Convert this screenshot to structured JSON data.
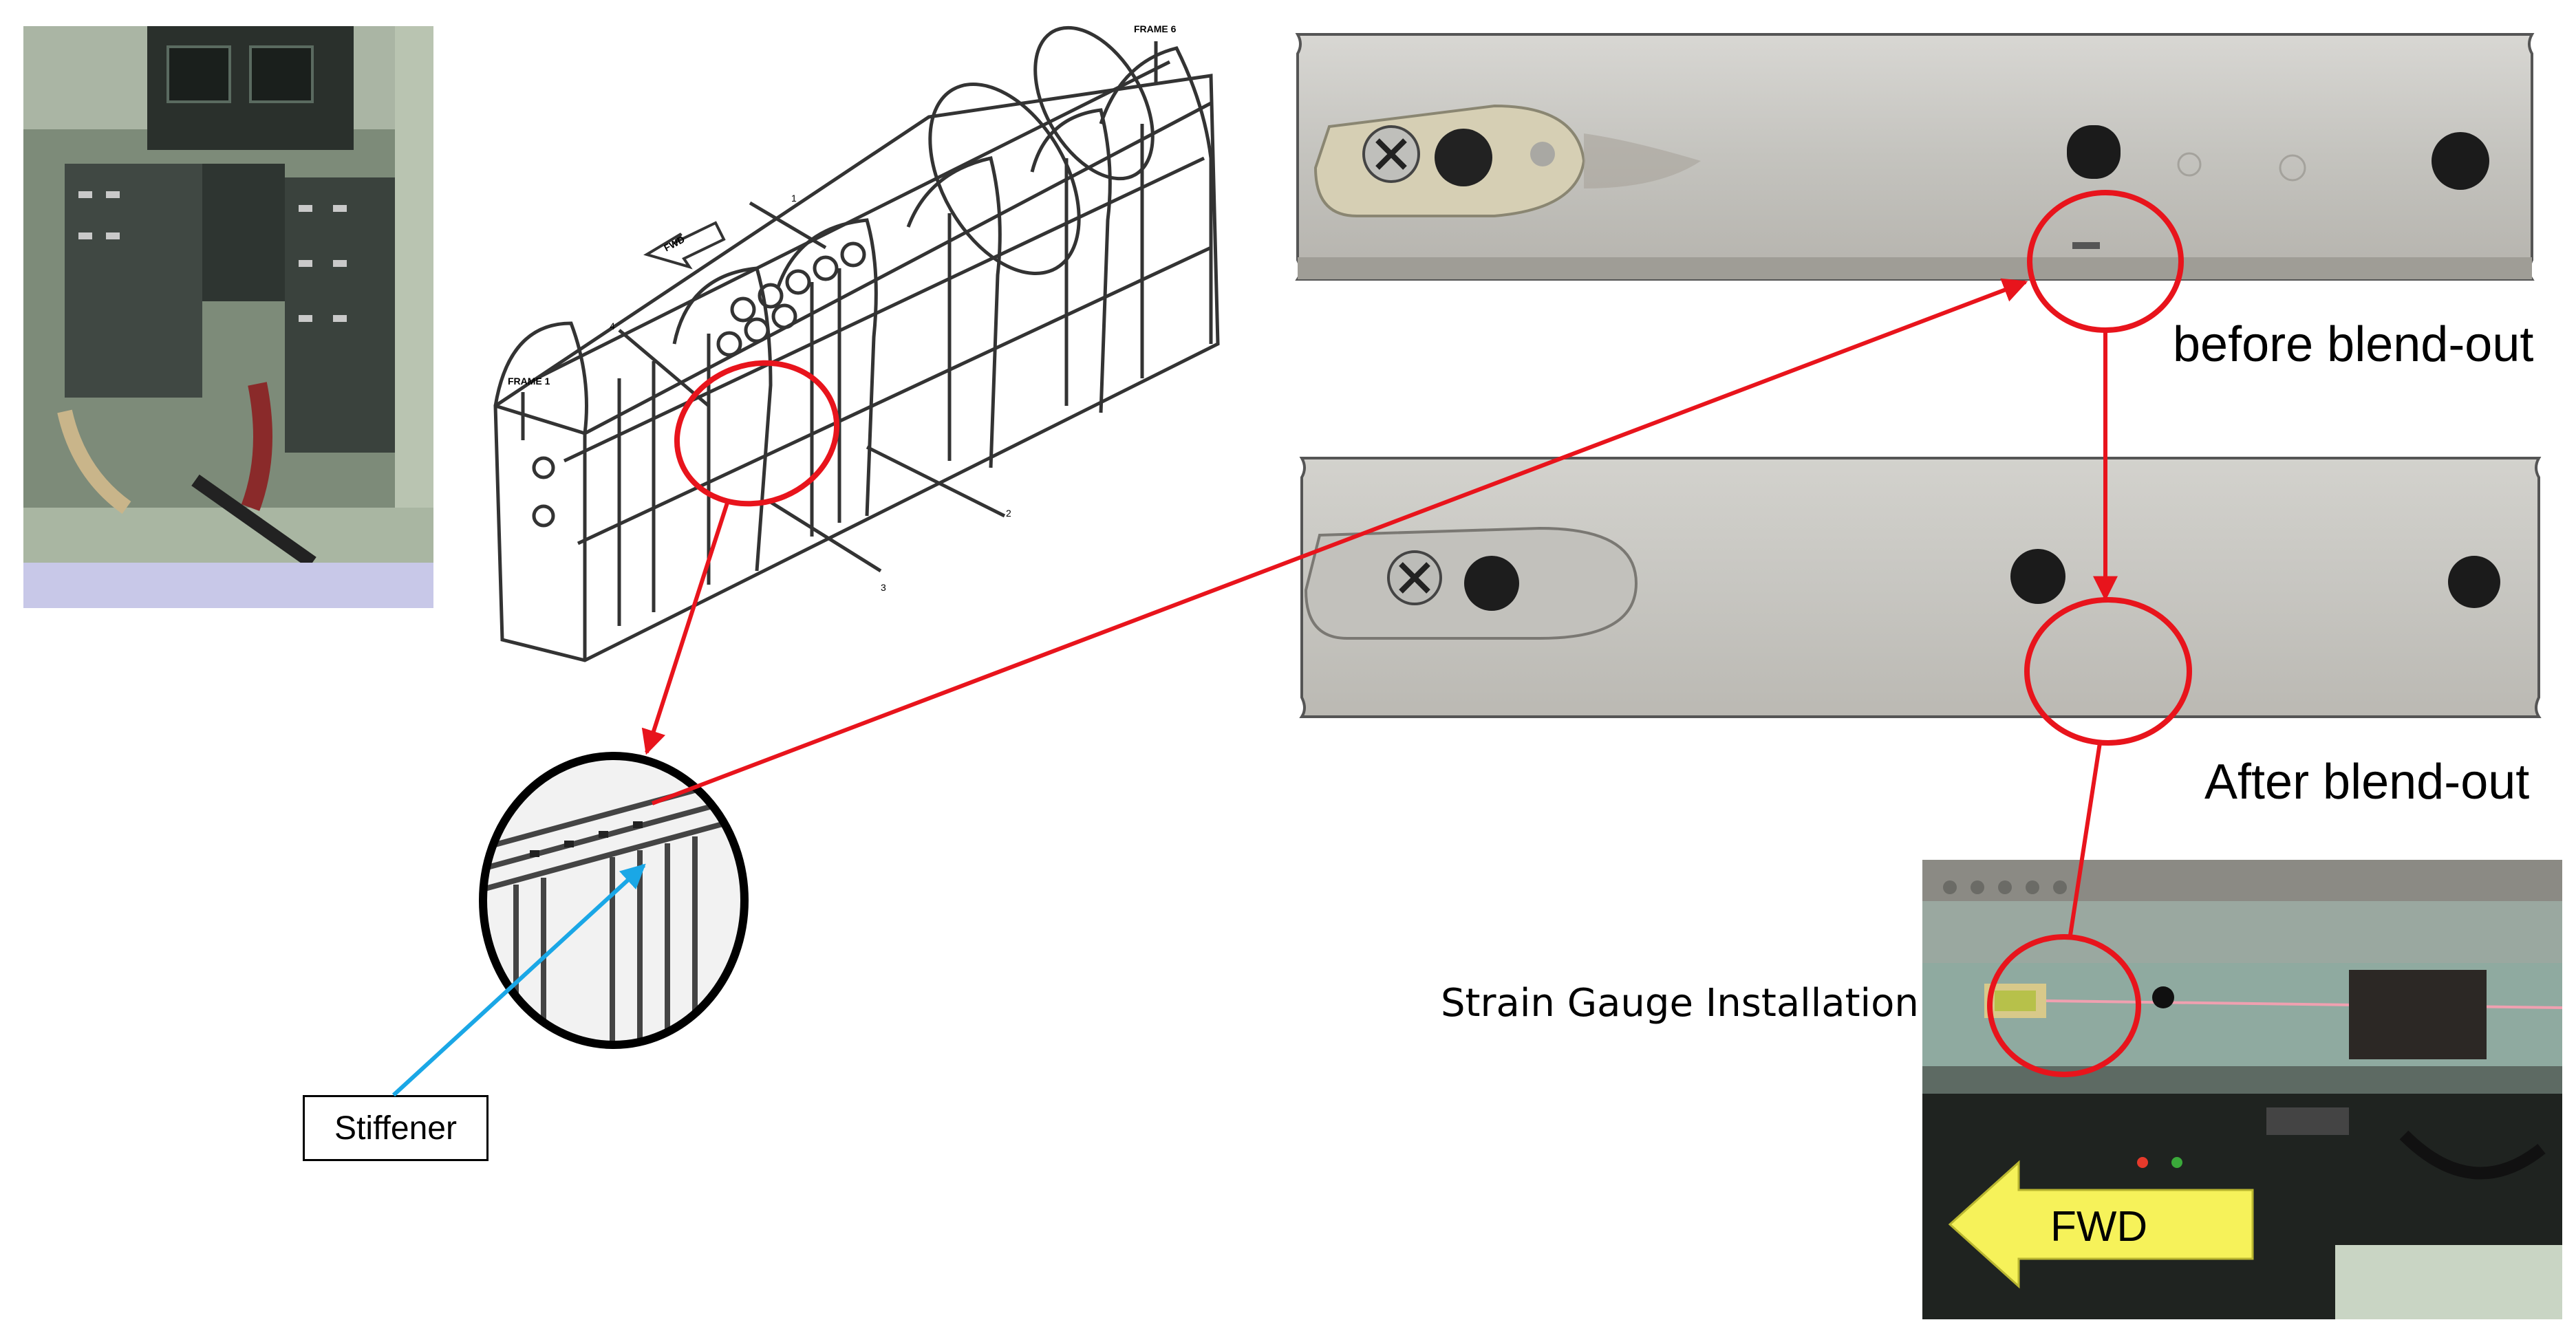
{
  "labels": {
    "frame_top": "FRAME 6",
    "frame_left": "FRAME 1",
    "fwd_small": "FWD",
    "callout_1": "1",
    "callout_2": "2",
    "callout_3": "3",
    "callout_4": "4",
    "before": "before blend-out",
    "after": "After blend-out",
    "strain_gauge": "Strain Gauge Installation",
    "stiffener": "Stiffener",
    "fwd_arrow": "FWD"
  },
  "colors": {
    "highlight_red": "#e8141c",
    "pointer_blue": "#1aa7e6",
    "fwd_yellow": "#f6f25a",
    "metal": "#c9c9c6",
    "cockpit_green": "#8f9d8a"
  }
}
